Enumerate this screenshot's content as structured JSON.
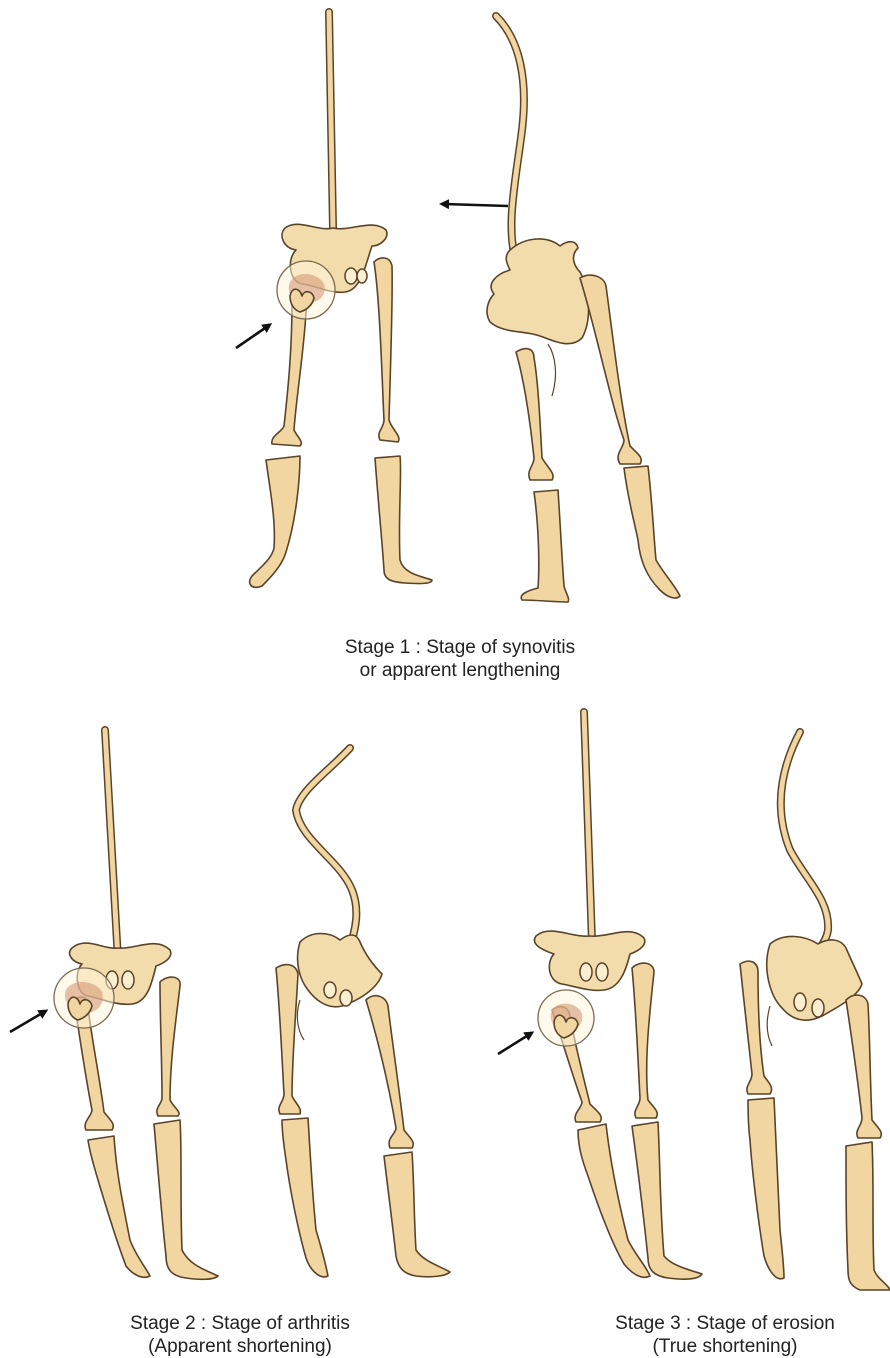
{
  "figure": {
    "stage1": {
      "caption_line1": "Stage 1 : Stage of synovitis",
      "caption_line2": "or apparent lengthening"
    },
    "stage2": {
      "caption_line1": "Stage 2 : Stage of arthritis",
      "caption_line2": "(Apparent shortening)"
    },
    "stage3": {
      "caption_line1": "Stage 3 : Stage of erosion",
      "caption_line2": "(True shortening)"
    }
  },
  "colors": {
    "bone": "#f1d6a2",
    "outline": "#5a4329",
    "arrow": "#111111",
    "text": "#222222"
  },
  "icons": [
    "arrow-icon"
  ]
}
